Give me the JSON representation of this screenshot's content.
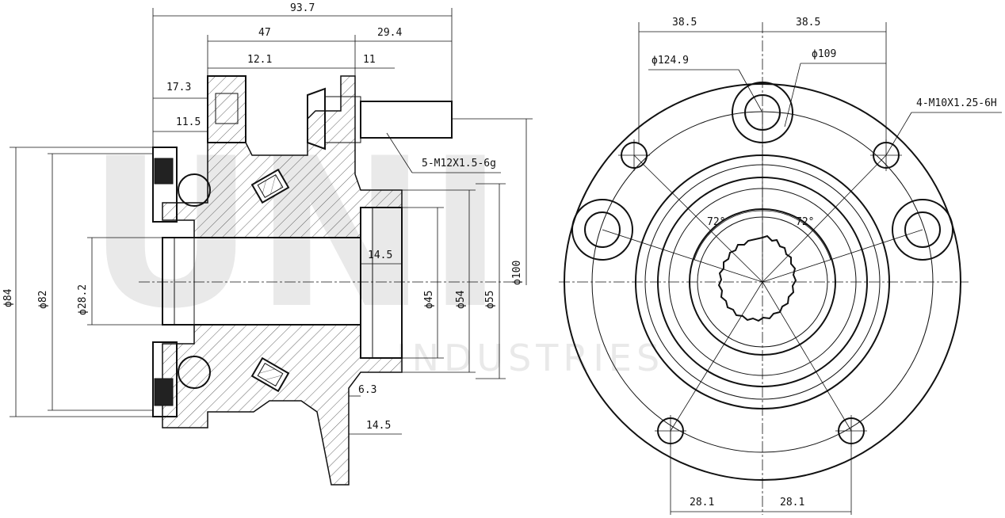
{
  "watermark": {
    "brand": "UNI",
    "subtitle": "INDUSTRIES"
  },
  "side_view": {
    "dims": {
      "d93_7": "93.7",
      "d47": "47",
      "d29_4": "29.4",
      "d12_1": "12.1",
      "d11": "11",
      "d17_3": "17.3",
      "d11_5": "11.5",
      "stud": "5-M12X1.5-6g",
      "d14_5_top": "14.5",
      "d6_3": "6.3",
      "d14_5_bot": "14.5",
      "phi84": "ϕ84",
      "phi82": "ϕ82",
      "phi28_2": "ϕ28.2",
      "phi45": "ϕ45",
      "phi54": "ϕ54",
      "phi55": "ϕ55",
      "phi100": "ϕ100"
    }
  },
  "front_view": {
    "dims": {
      "d38_5_left": "38.5",
      "d38_5_right": "38.5",
      "phi124_9": "ϕ124.9",
      "phi109": "ϕ109",
      "bolt": "4-M10X1.25-6H",
      "ang_left": "72°",
      "ang_right": "72°",
      "d28_1_left": "28.1",
      "d28_1_right": "28.1"
    }
  }
}
